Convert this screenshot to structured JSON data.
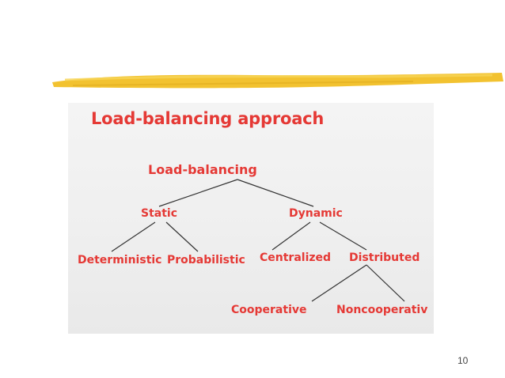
{
  "slide": {
    "title": "Load-balancing approach",
    "page_number": "10"
  },
  "colors": {
    "accent": "#e53935",
    "highlighter": "#f2c230",
    "panel_bg": "#eeeeee",
    "connector": "#333333"
  },
  "tree": {
    "root": "Load-balancing",
    "static": {
      "label": "Static",
      "children": [
        "Deterministic",
        "Probabilistic"
      ]
    },
    "dynamic": {
      "label": "Dynamic",
      "centralized": "Centralized",
      "distributed": {
        "label": "Distributed",
        "children": [
          "Cooperative",
          "Noncooperativ"
        ]
      }
    }
  }
}
